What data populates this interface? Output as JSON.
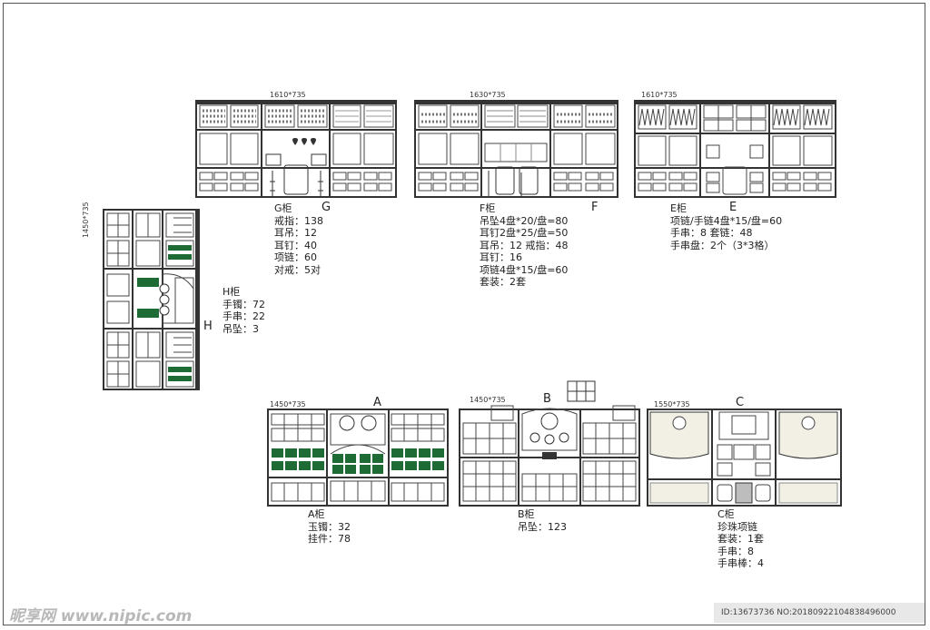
{
  "cabinets": {
    "G": {
      "dim": "1610*735",
      "letter": "G",
      "title": "G柜",
      "lines": [
        "戒指：138",
        "耳吊：12",
        "耳钉：40",
        "项链：60",
        "对戒：5对"
      ]
    },
    "F": {
      "dim": "1630*735",
      "letter": "F",
      "title": "F柜",
      "lines": [
        "吊坠4盘*20/盘=80",
        "耳钉2盘*25/盘=50",
        "耳吊：12 戒指：48",
        "耳钉：16",
        "项链4盘*15/盘=60",
        "套装：2套"
      ]
    },
    "E": {
      "dim": "1610*735",
      "letter": "E",
      "title": "E柜",
      "lines": [
        "项链/手链4盘*15/盘=60",
        "手串：8  套链：48",
        "手串盘：2个（3*3格）"
      ]
    },
    "H": {
      "dim": "1450*735",
      "letter": "H",
      "title": "H柜",
      "lines": [
        "手镯：72",
        "手串：22",
        "吊坠：3"
      ]
    },
    "A": {
      "dim": "1450*735",
      "letter": "A",
      "title": "A柜",
      "lines": [
        "玉镯：32",
        "挂件：78"
      ]
    },
    "B": {
      "dim": "1450*735",
      "letter": "B",
      "title": "B柜",
      "lines": [
        "吊坠：123"
      ]
    },
    "C": {
      "dim": "1550*735",
      "letter": "C",
      "title": "C柜",
      "lines": [
        "珍珠项链",
        "套装：1套",
        "手串：8",
        "手串棒：4"
      ]
    }
  },
  "watermark": {
    "left": "昵享网 www.nipic.com",
    "right": "ID:13673736 NO:20180922104838496000"
  },
  "colors": {
    "line": "#333333",
    "tray_green": "#1f6b35",
    "pearl": "#f2efe4"
  }
}
